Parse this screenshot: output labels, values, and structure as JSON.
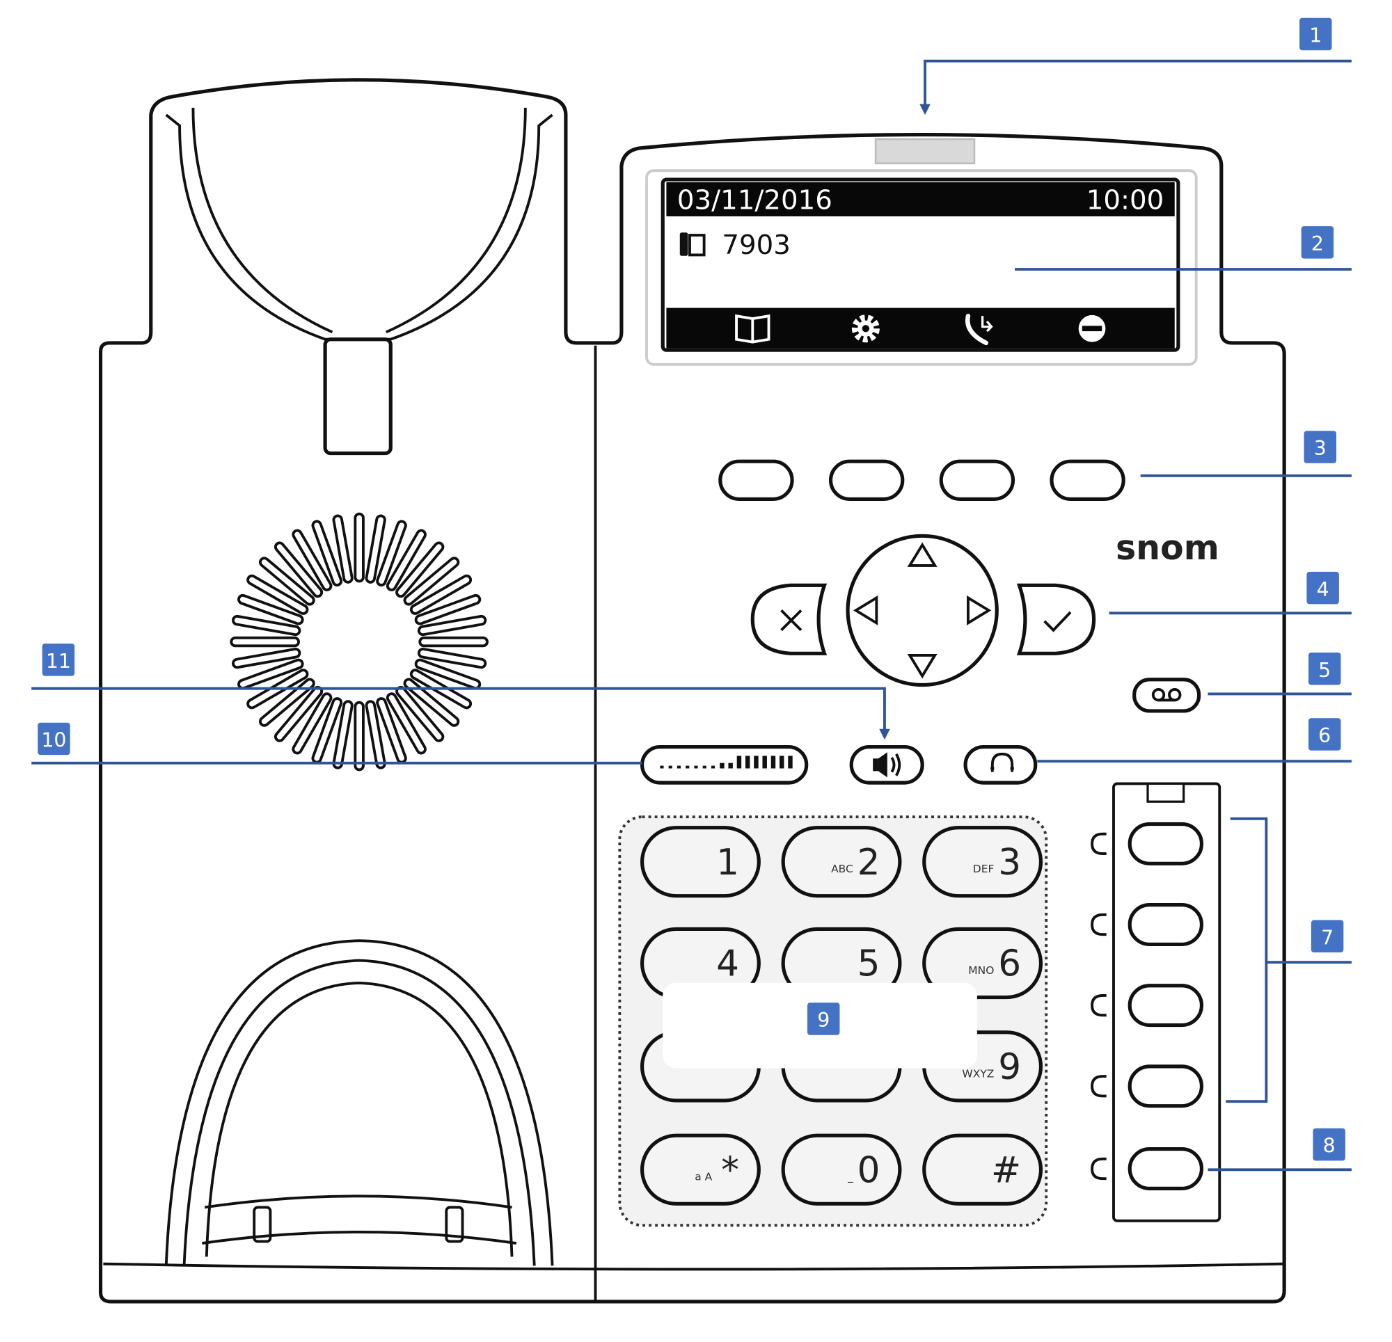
{
  "screen": {
    "date": "03/11/2016",
    "time": "10:00",
    "extension": "7903",
    "softkey_icons": [
      "book-icon",
      "gear-icon",
      "call-forward-icon",
      "do-not-disturb-icon"
    ]
  },
  "brand": {
    "logo": "snom"
  },
  "keypad": [
    {
      "digit": "1",
      "sub": ""
    },
    {
      "digit": "2",
      "sub": "ABC"
    },
    {
      "digit": "3",
      "sub": "DEF"
    },
    {
      "digit": "4",
      "sub": ""
    },
    {
      "digit": "5",
      "sub": ""
    },
    {
      "digit": "6",
      "sub": "MNO"
    },
    {
      "digit": "",
      "sub": ""
    },
    {
      "digit": "",
      "sub": ""
    },
    {
      "digit": "9",
      "sub": "WXYZ"
    },
    {
      "digit": "*",
      "sub": "a A"
    },
    {
      "digit": "0",
      "sub": "_"
    },
    {
      "digit": "#",
      "sub": ""
    }
  ],
  "callouts": [
    "1",
    "2",
    "3",
    "4",
    "5",
    "6",
    "7",
    "8",
    "9",
    "10",
    "11"
  ],
  "colors": {
    "callout": "#4472c4",
    "leader": "#2f5597",
    "keypad_bg": "#f2f2f2"
  }
}
